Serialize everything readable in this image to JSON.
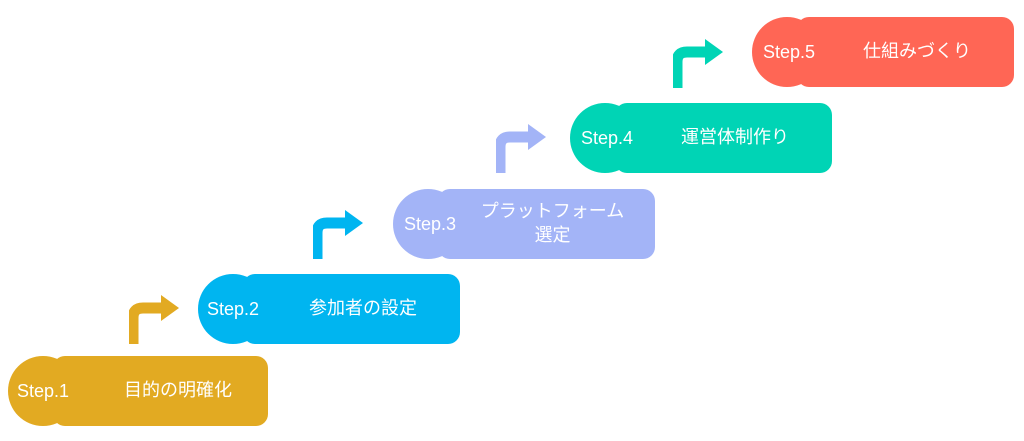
{
  "steps": [
    {
      "label": "Step.1",
      "title": "目的の明確化",
      "color": "#E2AA22"
    },
    {
      "label": "Step.2",
      "title": "参加者の設定",
      "color": "#00B5F0"
    },
    {
      "label": "Step.3",
      "title": "プラットフォーム\n選定",
      "color": "#A3B4F7"
    },
    {
      "label": "Step.4",
      "title": "運営体制作り",
      "color": "#00D4B5"
    },
    {
      "label": "Step.5",
      "title": "仕組みづくり",
      "color": "#FF6655"
    }
  ],
  "arrows": [
    {
      "icon": "bent-arrow-up-right-icon",
      "color": "#E2AA22"
    },
    {
      "icon": "bent-arrow-up-right-icon",
      "color": "#00B5F0"
    },
    {
      "icon": "bent-arrow-up-right-icon",
      "color": "#A3B4F7"
    },
    {
      "icon": "bent-arrow-up-right-icon",
      "color": "#00D4B5"
    }
  ]
}
